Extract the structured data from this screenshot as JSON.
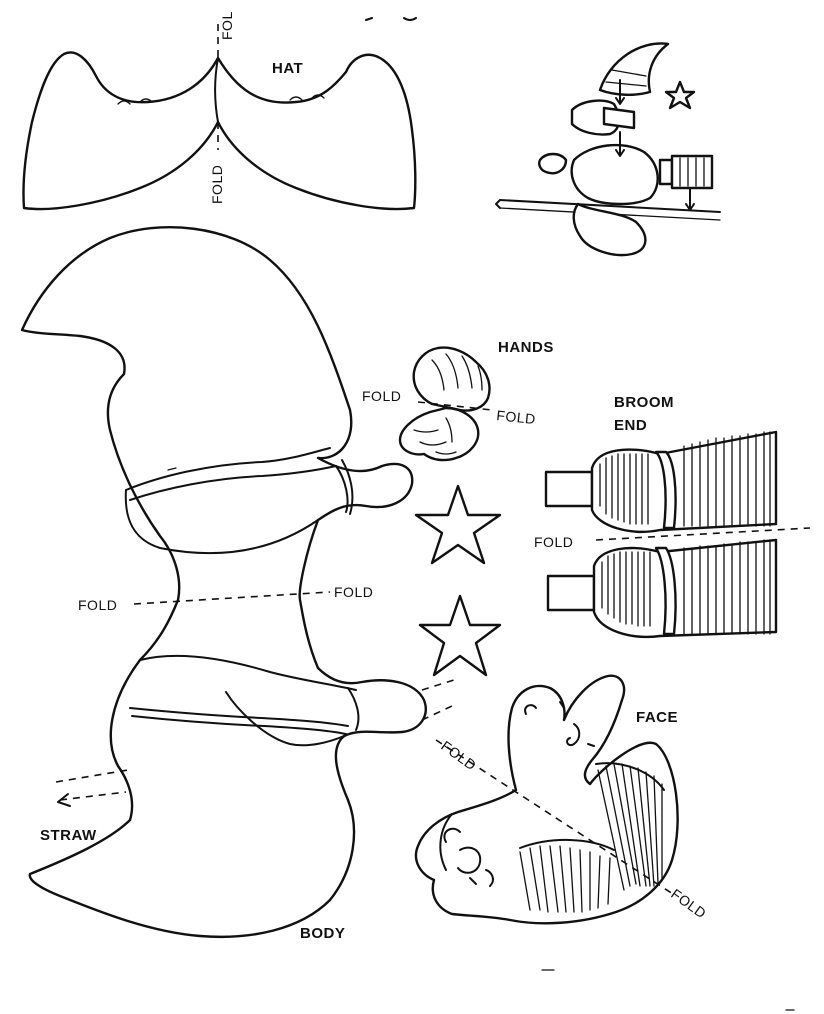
{
  "labels": {
    "hat": "HAT",
    "hands": "HANDS",
    "broom_end_1": "BROOM",
    "broom_end_2": "END",
    "face": "FACE",
    "body": "BODY",
    "straw": "STRAW",
    "fold": "FOLD",
    "fold_cut": "FOL"
  }
}
